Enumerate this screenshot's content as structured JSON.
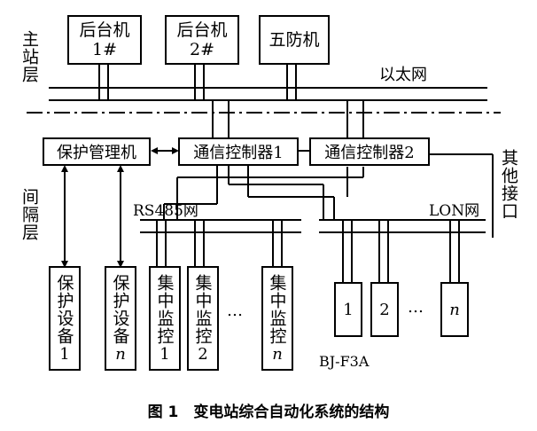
{
  "diagram": {
    "layers": {
      "station": "主站层",
      "bay": "间隔层"
    },
    "networks": {
      "ethernet": "以太网",
      "rs485": "RS485网",
      "lon": "LON网",
      "other_interface": "其他接口"
    },
    "top_boxes": [
      {
        "line1": "后台机",
        "line2": "1#"
      },
      {
        "line1": "后台机",
        "line2": "2#"
      },
      {
        "line1": "五防机",
        "line2": ""
      }
    ],
    "middle_boxes": {
      "protection_manager": "保护管理机",
      "comm_controller_1": "通信控制器1",
      "comm_controller_2": "通信控制器2"
    },
    "bottom_boxes": {
      "protection_1": {
        "text": "保护设备",
        "index": "1"
      },
      "protection_n": {
        "text": "保护设备",
        "index": "n"
      },
      "monitor_1": {
        "text": "集中监控",
        "index": "1"
      },
      "monitor_2": {
        "text": "集中监控",
        "index": "2"
      },
      "monitor_n": {
        "text": "集中监控",
        "index": "n"
      },
      "lon_1": "1",
      "lon_2": "2",
      "lon_n": "n"
    },
    "ellipsis": "…",
    "model": "BJ-F3A",
    "caption": "图 1　变电站综合自动化系统的结构"
  }
}
